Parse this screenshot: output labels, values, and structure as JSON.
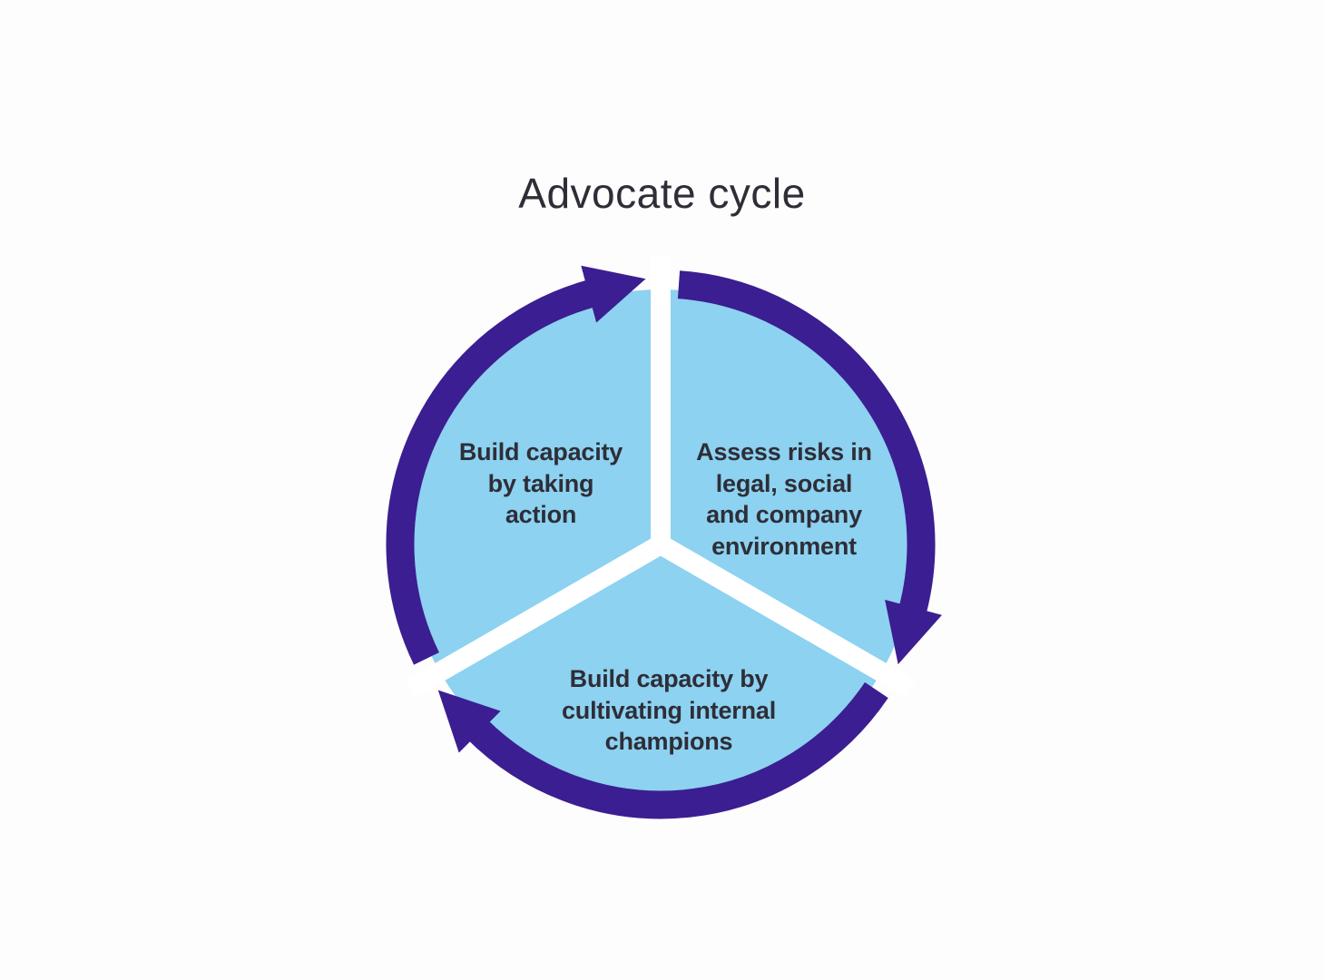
{
  "title": "Advocate cycle",
  "colors": {
    "background": "#FDFDFD",
    "segment_fill": "#8DD2F0",
    "arrow_ring": "#3B1E91",
    "divider": "#FFFFFF",
    "text": "#2E2E38"
  },
  "cycle": {
    "type": "cycle-diagram",
    "direction": "clockwise",
    "segment_count": 3,
    "segments": [
      {
        "position": "top-left",
        "full_text": "Build capacity by taking action",
        "lines": [
          "Build capacity",
          "by taking",
          "action"
        ]
      },
      {
        "position": "top-right",
        "full_text": "Assess risks in legal, social and company environment",
        "lines": [
          "Assess risks in",
          "legal, social",
          "and company",
          "environment"
        ]
      },
      {
        "position": "bottom",
        "full_text": "Build capacity by cultivating internal champions",
        "lines": [
          "Build capacity by",
          "cultivating internal",
          "champions"
        ]
      }
    ]
  }
}
